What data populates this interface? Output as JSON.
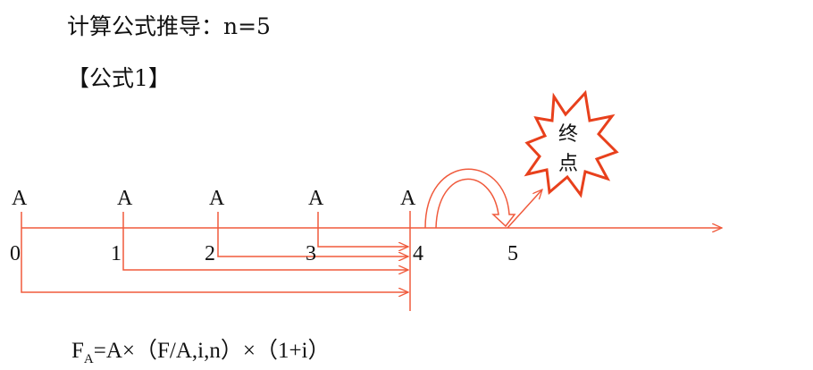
{
  "title": "计算公式推导：n=5",
  "section_label": "【公式1】",
  "payments": [
    "A",
    "A",
    "A",
    "A",
    "A"
  ],
  "periods": [
    "0",
    "1",
    "2",
    "3",
    "4",
    "5"
  ],
  "end_point_label": [
    "终",
    "点"
  ],
  "formula": {
    "lhs": "F",
    "lhs_sub": "A",
    "rhs": "=A×（F/A,i,n）×（1+i）"
  },
  "colors": {
    "line": "#f05a3c",
    "burst": "#e8401c",
    "text": "#111111"
  }
}
